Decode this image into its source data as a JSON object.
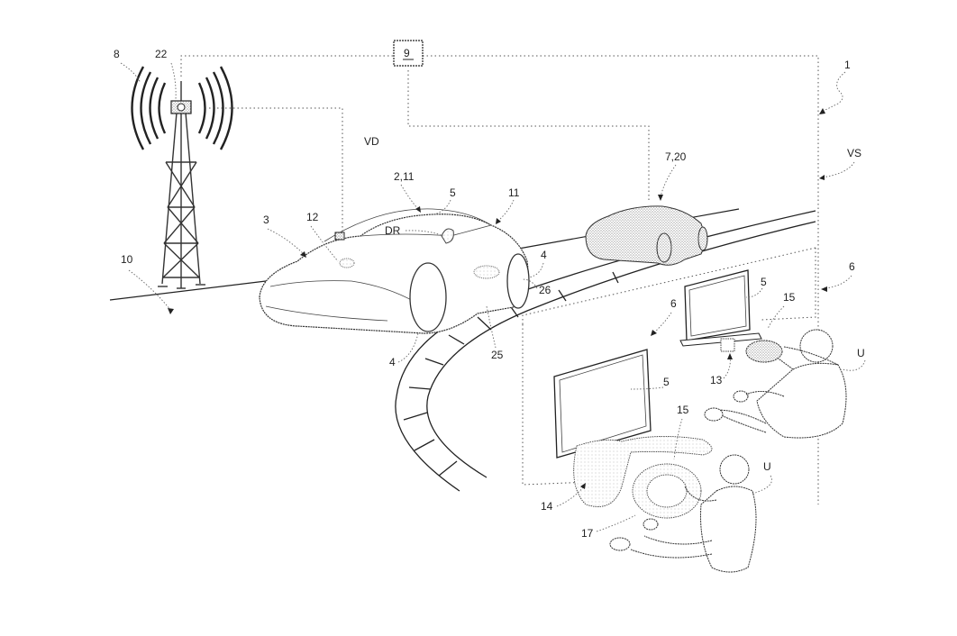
{
  "figure": {
    "title": "Patent drawing: remote driving simulation system",
    "colors": {
      "ink": "#222222",
      "background": "#ffffff",
      "stipple": "#888888"
    }
  },
  "labels": {
    "system": "1",
    "vehicle_main": "2,11",
    "car_body": "3",
    "wheel_front": "4",
    "wheel_rear": "4",
    "screen_car": "5",
    "screen_station_a": "5",
    "screen_station_b": "5",
    "station_a": "6",
    "station_b": "6",
    "virtual_vehicle": "7,20",
    "antenna": "8",
    "server": "9",
    "road": "10",
    "car_sensor": "11",
    "camera": "12",
    "console": "13",
    "simulator_seat": "14",
    "controller_a": "15",
    "controller_b": "15",
    "steering_wheel": "17",
    "antenna_unit": "22",
    "track_sensor": "25",
    "wheel_sensor": "26",
    "driver": "DR",
    "vehicle_data": "VD",
    "virtual_signal": "VS",
    "user_a": "U",
    "user_b": "U"
  }
}
